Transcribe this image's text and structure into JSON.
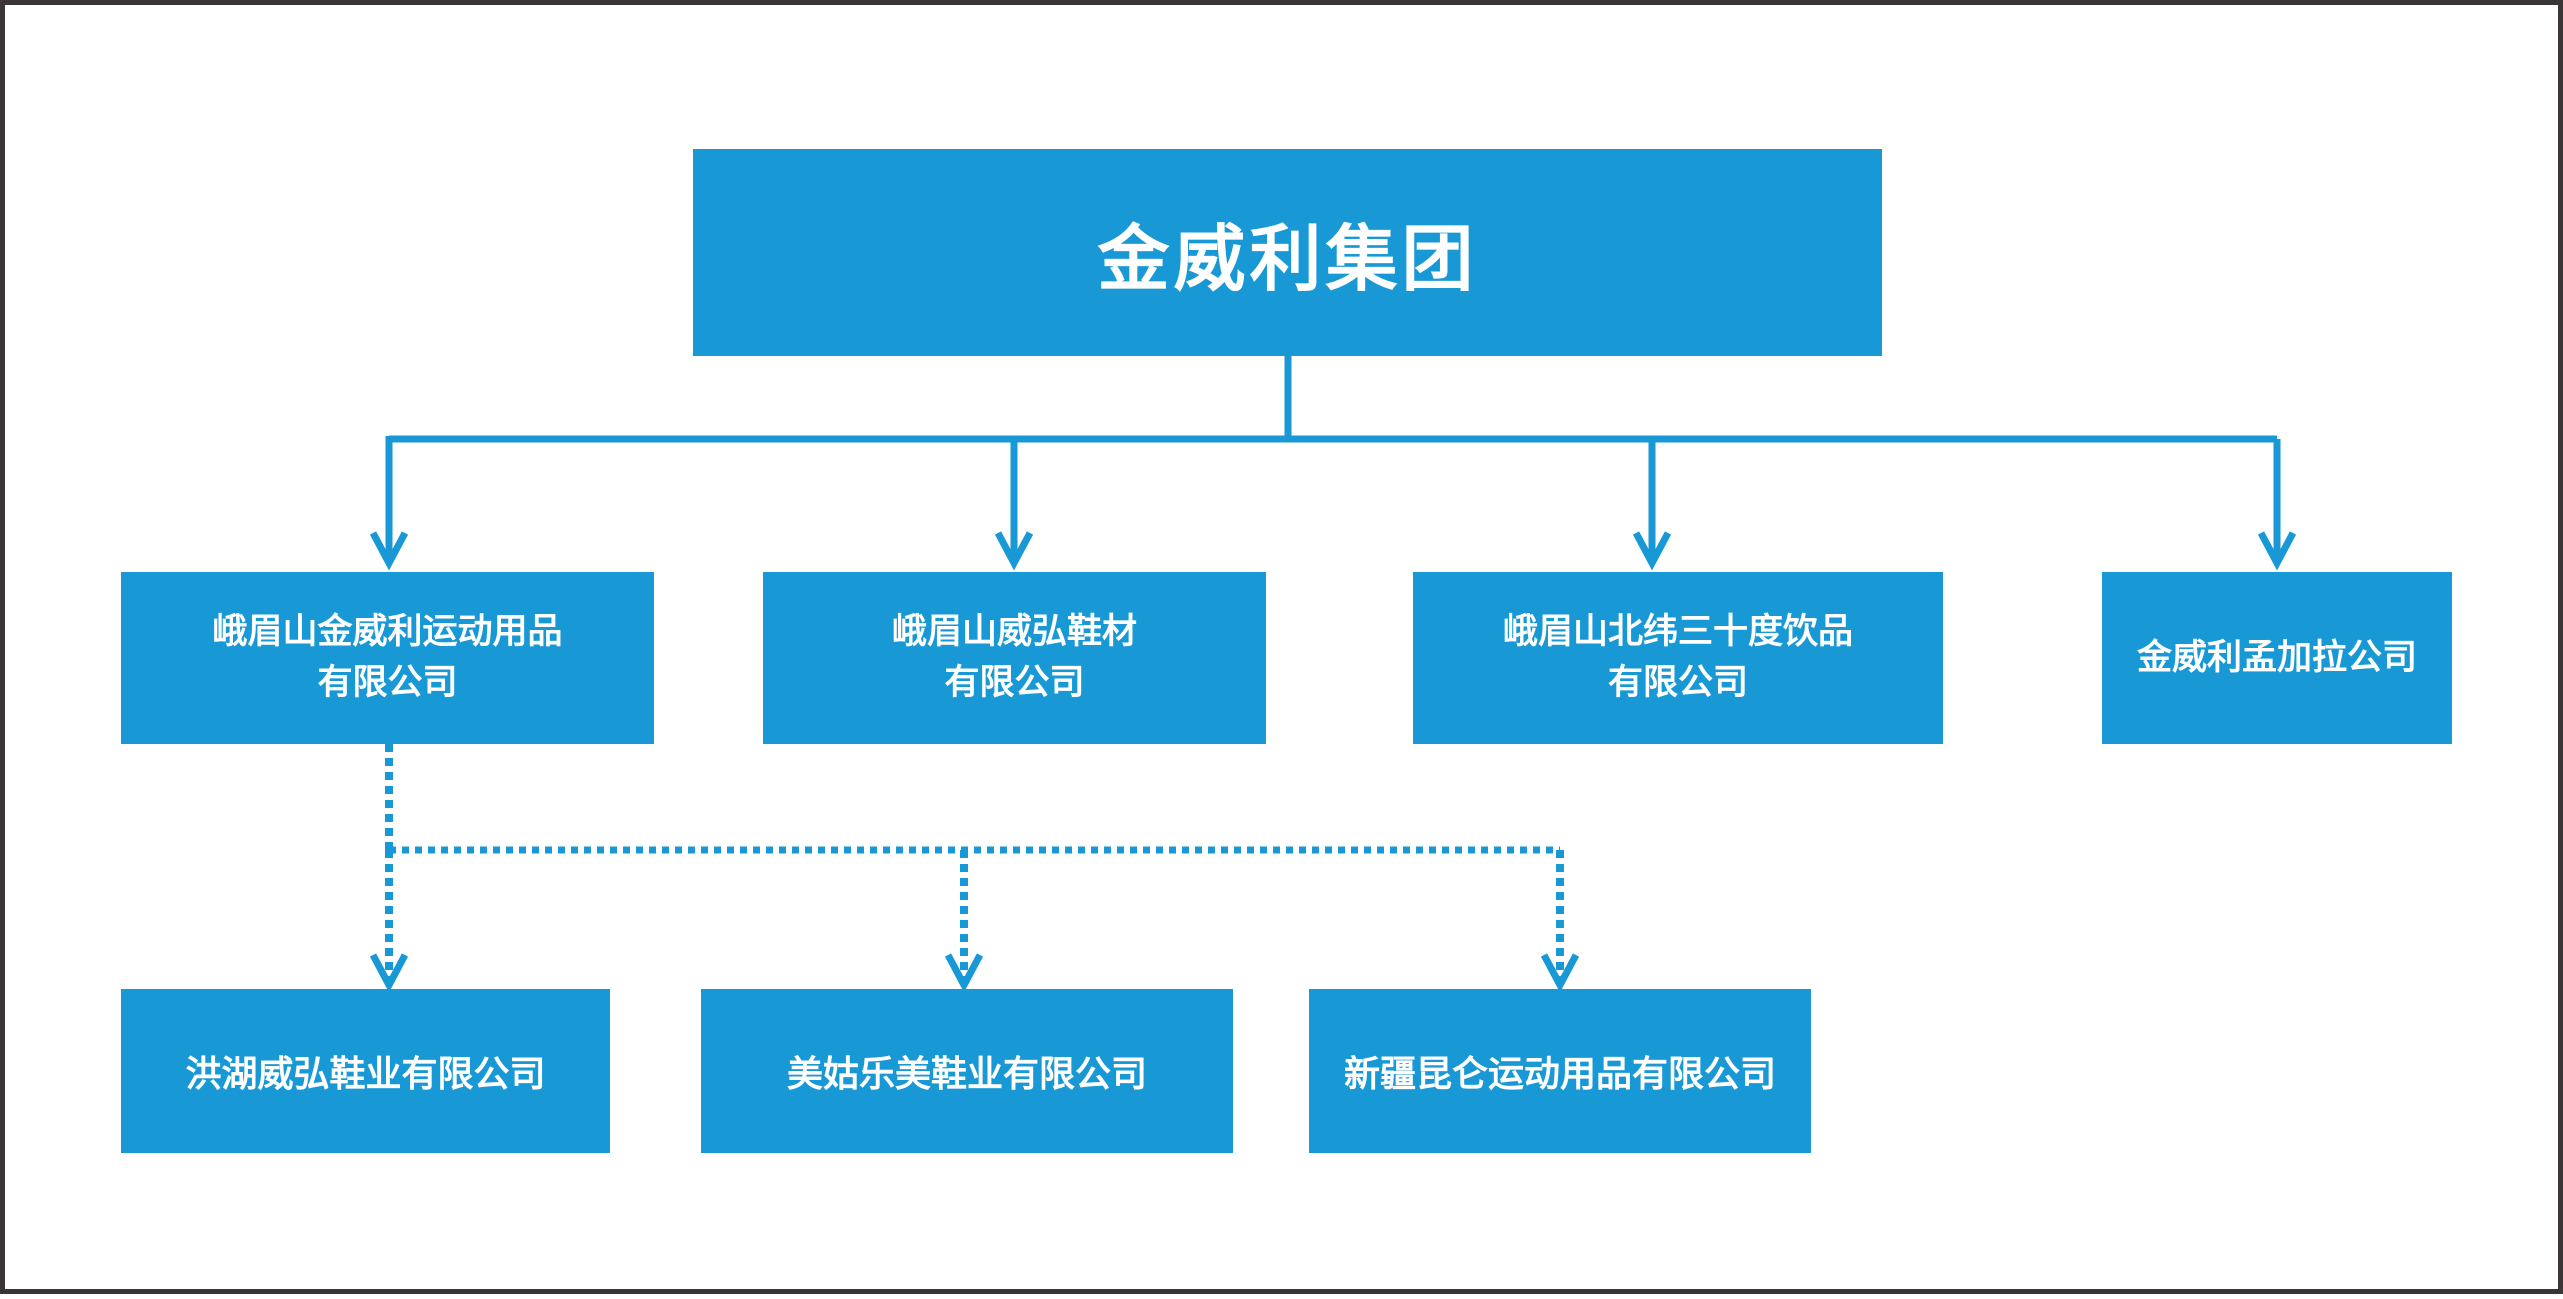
{
  "theme": {
    "accent": "#1899D6",
    "canvas_border": "#3B3538",
    "node_text": "#FFFFFF"
  },
  "org_chart": {
    "root": {
      "label": "金威利集团"
    },
    "level2": [
      {
        "label": "峨眉山金威利运动用品\n有限公司",
        "link_style": "solid-arrow"
      },
      {
        "label": "峨眉山威弘鞋材\n有限公司",
        "link_style": "solid-arrow"
      },
      {
        "label": "峨眉山北纬三十度饮品\n有限公司",
        "link_style": "solid-arrow"
      },
      {
        "label": "金威利孟加拉公司",
        "link_style": "solid-arrow"
      }
    ],
    "level3": [
      {
        "label": "洪湖威弘鞋业有限公司",
        "link_style": "dotted-arrow"
      },
      {
        "label": "美姑乐美鞋业有限公司",
        "link_style": "dotted-arrow"
      },
      {
        "label": "新疆昆仑运动用品有限公司",
        "link_style": "dotted-arrow"
      }
    ],
    "relationships": {
      "root_to_level2": "solid arrows from 金威利集团 to all four level-2 companies",
      "level2_first_to_level3": "dotted arrows from 峨眉山金威利运动用品有限公司 to all three level-3 companies"
    }
  }
}
